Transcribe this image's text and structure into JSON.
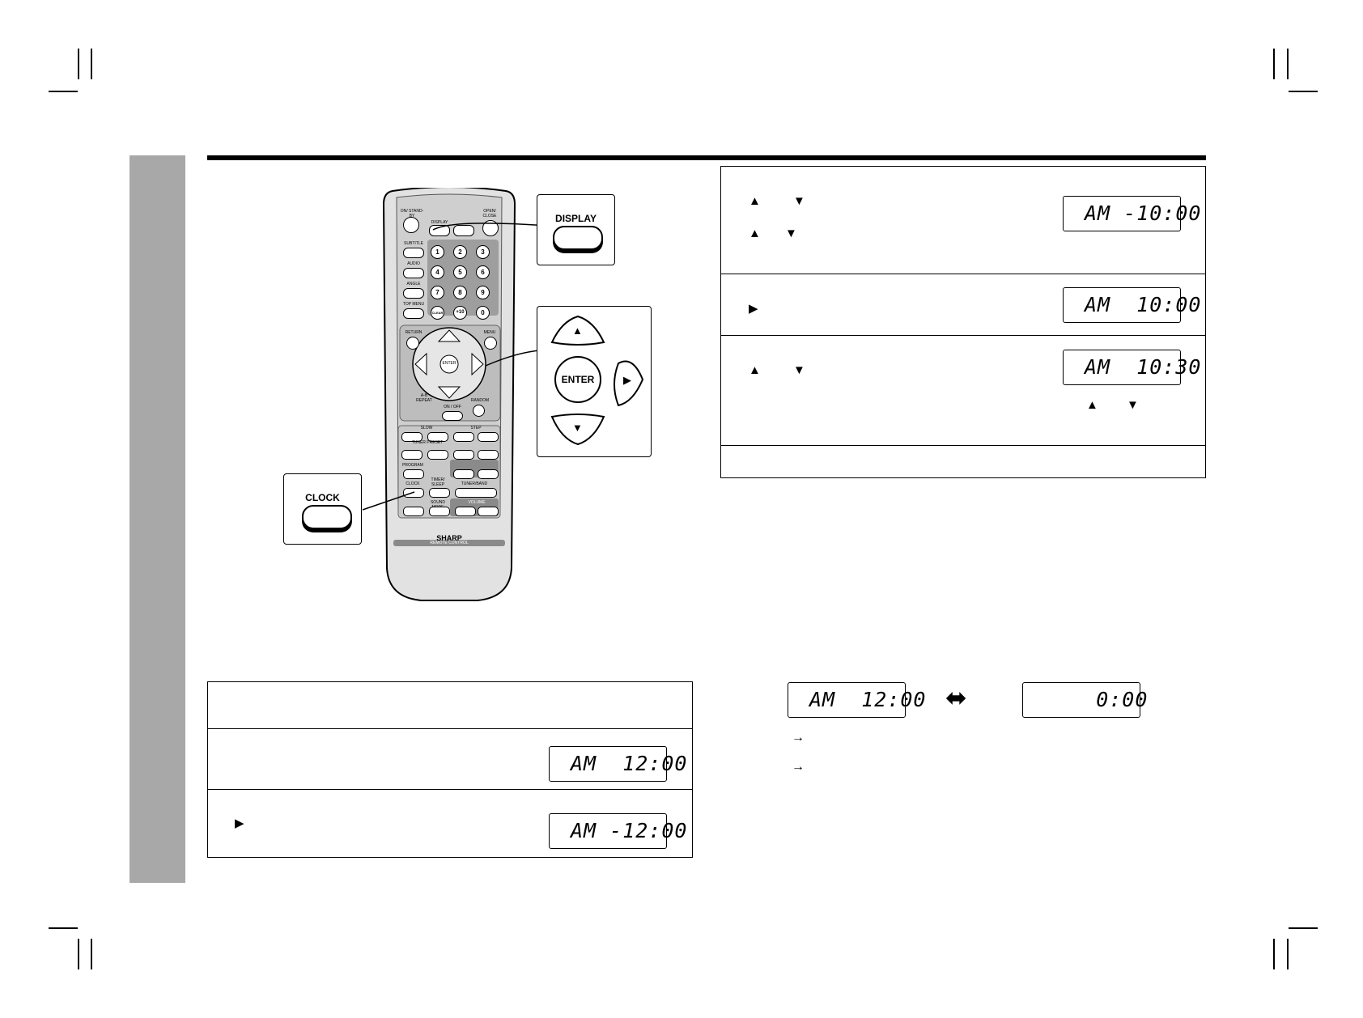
{
  "remote": {
    "brand": "SHARP",
    "subtitle": "REMOTE CONTROL",
    "on_standby": "ON/ STAND-BY",
    "display": "DISPLAY",
    "open_close": "OPEN/ CLOSE",
    "subtitle_btn": "SUBTITLE",
    "audio": "AUDIO",
    "angle": "ANGLE",
    "top_menu": "TOP MENU",
    "return": "RETURN",
    "menu": "MENU",
    "enter": "ENTER",
    "ab_repeat": "A-B REPEAT",
    "on_off": "ON / OFF",
    "random": "RANDOM",
    "slow": "SLOW",
    "step": "STEP",
    "tuner_preset": "TUNER PRESET",
    "program": "PROGRAM",
    "clock": "CLOCK",
    "timer_sleep": "TIMER/ SLEEP",
    "tuner_band": "TUNER/BAND",
    "sound_mode": "SOUND MODE",
    "volume": "VOLUME",
    "keys": [
      "1",
      "2",
      "3",
      "4",
      "5",
      "6",
      "7",
      "8",
      "9",
      "CLEAR",
      "+10",
      "0"
    ]
  },
  "callouts": {
    "display": "DISPLAY",
    "enter": "ENTER",
    "clock": "CLOCK"
  },
  "lcd": {
    "step_hour": "AM -10:00",
    "step_min_select": "AM  10:00",
    "step_min_set": "AM  10:30",
    "initial": "AM  12:00",
    "hour_blink": "AM -12:00",
    "fmt_12h": "AM  12:00",
    "fmt_24h": "    0:00"
  },
  "symbols": {
    "up": "▲",
    "down": "▼",
    "right": "▶",
    "arrow": "→",
    "swap": "⬌"
  }
}
